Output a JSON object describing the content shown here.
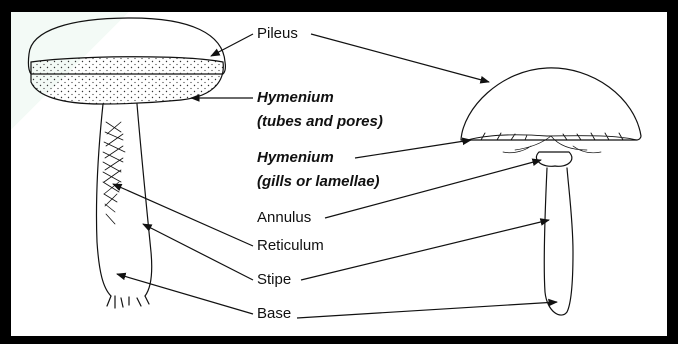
{
  "labels": {
    "pileus": "Pileus",
    "hymenium_pores_title": "Hymenium",
    "hymenium_pores_sub": "(tubes and pores)",
    "hymenium_gills_title": "Hymenium",
    "hymenium_gills_sub": "(gills or lamellae)",
    "annulus": "Annulus",
    "reticulum": "Reticulum",
    "stipe": "Stipe",
    "base": "Base"
  },
  "colors": {
    "frame": "#000000",
    "ink": "#111111",
    "background": "#ffffff"
  }
}
